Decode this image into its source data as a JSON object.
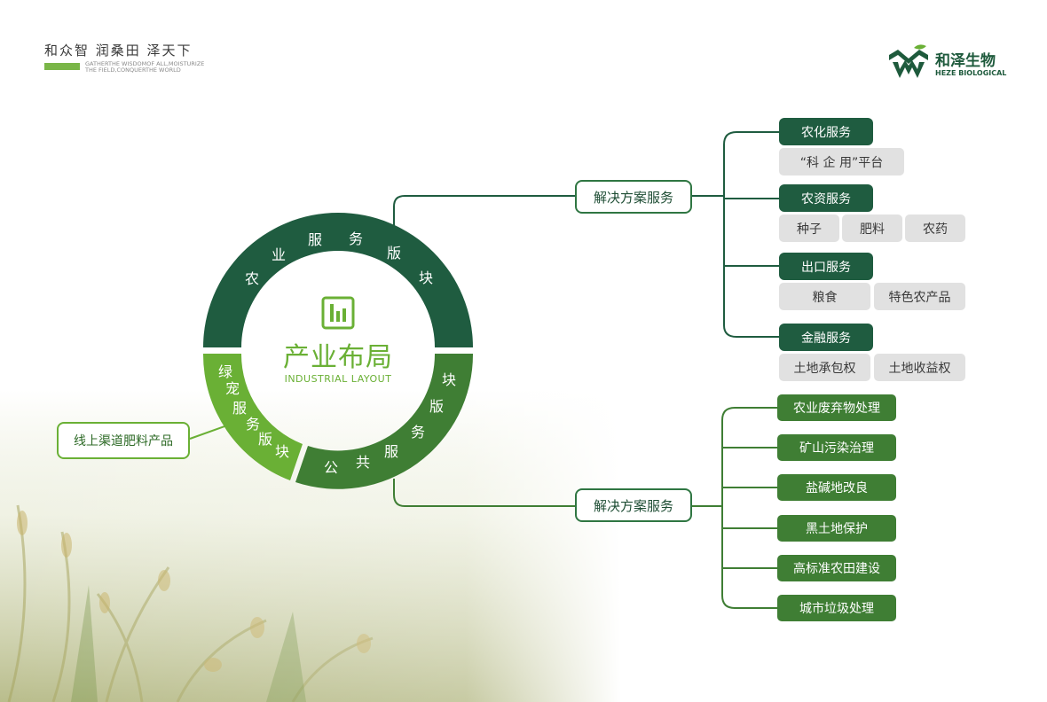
{
  "header": {
    "slogan": "和众智  润桑田  泽天下",
    "slogan_en_line1": "GATHERTHE WISDOMOF ALL,MOISTURIZE",
    "slogan_en_line2": "THE FIELD,CONQUERTHE WORLD"
  },
  "brand": {
    "name_cn": "和泽生物",
    "name_en": "HEZE BIOLOGICAL"
  },
  "center": {
    "title": "产业布局",
    "subtitle": "INDUSTRIAL LAYOUT",
    "icon": "bar-chart-icon"
  },
  "ring": {
    "agri": {
      "chars": [
        "农",
        "业",
        "服",
        "务",
        "版",
        "块"
      ],
      "color": "#1f5c40"
    },
    "public": {
      "chars": [
        "公",
        "共",
        "服",
        "务",
        "版",
        "块"
      ],
      "color": "#3f7e34"
    },
    "pet": {
      "chars": [
        "绿",
        "宠",
        "服",
        "务",
        "版",
        "块"
      ],
      "color": "#6ab035"
    }
  },
  "left_node": "线上渠道肥料产品",
  "upper_branch": {
    "hub": "解决方案服务",
    "groups": [
      {
        "title": "农化服务",
        "items": [
          "“科 企 用”平台"
        ]
      },
      {
        "title": "农资服务",
        "items": [
          "种子",
          "肥料",
          "农药"
        ]
      },
      {
        "title": "出口服务",
        "items": [
          "粮食",
          "特色农产品"
        ]
      },
      {
        "title": "金融服务",
        "items": [
          "土地承包权",
          "土地收益权"
        ]
      }
    ]
  },
  "lower_branch": {
    "hub": "解决方案服务",
    "items": [
      "农业废弃物处理",
      "矿山污染治理",
      "盐碱地改良",
      "黑土地保护",
      "高标准农田建设",
      "城市垃圾处理"
    ]
  },
  "colors": {
    "dark_green": "#1f5c40",
    "mid_green": "#3f7e34",
    "light_green": "#6ab035",
    "gray_box": "#e1e1e1"
  }
}
